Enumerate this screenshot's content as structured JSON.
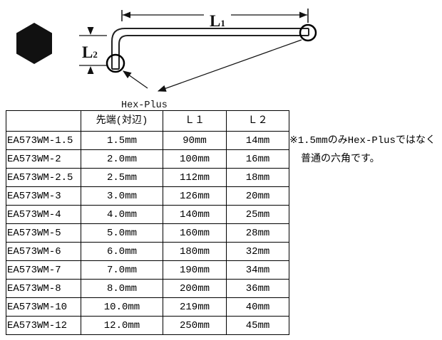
{
  "diagram": {
    "l1_label": {
      "main": "L",
      "sub": "1"
    },
    "l2_label": {
      "main": "L",
      "sub": "2"
    },
    "callout": "Hex-Plus"
  },
  "icons": {
    "hex_profile": "hexagon-icon"
  },
  "table": {
    "headers": {
      "tip": "先端(対辺)",
      "l1": "Ｌ１",
      "l2": "Ｌ２"
    },
    "rows": [
      {
        "model": "EA573WM-1.5",
        "tip": "1.5mm",
        "l1": "90mm",
        "l2": "14mm"
      },
      {
        "model": "EA573WM-2",
        "tip": "2.0mm",
        "l1": "100mm",
        "l2": "16mm"
      },
      {
        "model": "EA573WM-2.5",
        "tip": "2.5mm",
        "l1": "112mm",
        "l2": "18mm"
      },
      {
        "model": "EA573WM-3",
        "tip": "3.0mm",
        "l1": "126mm",
        "l2": "20mm"
      },
      {
        "model": "EA573WM-4",
        "tip": "4.0mm",
        "l1": "140mm",
        "l2": "25mm"
      },
      {
        "model": "EA573WM-5",
        "tip": "5.0mm",
        "l1": "160mm",
        "l2": "28mm"
      },
      {
        "model": "EA573WM-6",
        "tip": "6.0mm",
        "l1": "180mm",
        "l2": "32mm"
      },
      {
        "model": "EA573WM-7",
        "tip": "7.0mm",
        "l1": "190mm",
        "l2": "34mm"
      },
      {
        "model": "EA573WM-8",
        "tip": "8.0mm",
        "l1": "200mm",
        "l2": "36mm"
      },
      {
        "model": "EA573WM-10",
        "tip": "10.0mm",
        "l1": "219mm",
        "l2": "40mm"
      },
      {
        "model": "EA573WM-12",
        "tip": "12.0mm",
        "l1": "250mm",
        "l2": "45mm"
      }
    ]
  },
  "note": {
    "line1": "※1.5mmのみHex-Plusではなく",
    "line2": "普通の六角です。"
  },
  "colors": {
    "ink": "#000000",
    "background": "#ffffff"
  }
}
